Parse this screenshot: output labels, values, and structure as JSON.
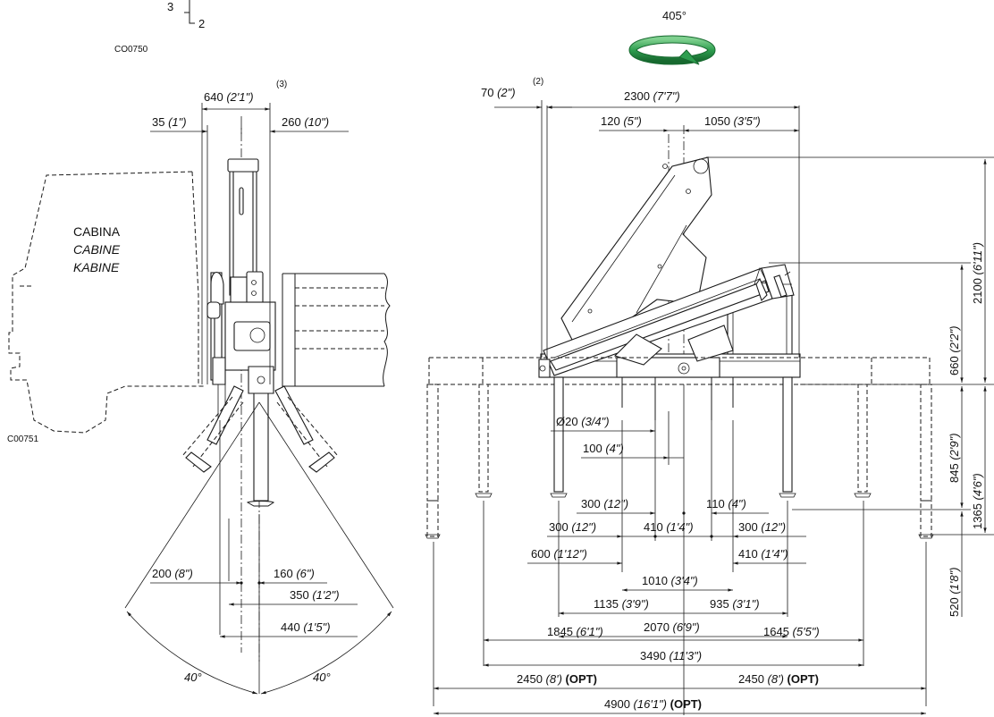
{
  "header": {
    "rotation_label": "405°",
    "rotation_arrow_color": "#2e9e4f",
    "fragment_left_digit": "3",
    "fragment_right_digit": "2"
  },
  "codes": {
    "top_drawing_code": "CO0750",
    "side_drawing_code": "C00751"
  },
  "cab": {
    "line1": "CABINA",
    "line2": "CABINE",
    "line3": "KABINE"
  },
  "left_view": {
    "dims": {
      "width_total": {
        "mm": "640",
        "ft": "(2'1\")",
        "note": "(3)"
      },
      "offset_left": {
        "mm": "35",
        "ft": "(1\")"
      },
      "offset_right": {
        "mm": "260",
        "ft": "(10\")"
      },
      "d200": {
        "mm": "200",
        "ft": "(8\")"
      },
      "d160": {
        "mm": "160",
        "ft": "(6\")"
      },
      "d350": {
        "mm": "350",
        "ft": "(1'2\")"
      },
      "d440": {
        "mm": "440",
        "ft": "(1'5\")"
      }
    },
    "angle_left": "40°",
    "angle_right": "40°"
  },
  "right_view": {
    "top_dims": {
      "d70": {
        "mm": "70",
        "ft": "(2\")",
        "note": "(2)"
      },
      "d2300": {
        "mm": "2300",
        "ft": "(7'7\")"
      },
      "d120": {
        "mm": "120",
        "ft": "(5\")"
      },
      "d1050": {
        "mm": "1050",
        "ft": "(3'5\")"
      }
    },
    "vertical_dims": {
      "d2100": {
        "mm": "2100",
        "ft": "(6'11\")"
      },
      "d660": {
        "mm": "660",
        "ft": "(2'2\")"
      },
      "d845": {
        "mm": "845",
        "ft": "(2'9\")"
      },
      "d1365": {
        "mm": "1365",
        "ft": "(4'6\")"
      },
      "d520": {
        "mm": "520",
        "ft": "(1'8\")"
      }
    },
    "base_dims": {
      "dia20": {
        "mm": "Ø20",
        "ft": "(3/4\")"
      },
      "d100": {
        "mm": "100",
        "ft": "(4\")"
      },
      "d300a": {
        "mm": "300",
        "ft": "(12\")"
      },
      "d110": {
        "mm": "110",
        "ft": "(4\")"
      },
      "d300b": {
        "mm": "300",
        "ft": "(12\")"
      },
      "d410a": {
        "mm": "410",
        "ft": "(1'4\")"
      },
      "d300c": {
        "mm": "300",
        "ft": "(12\")"
      },
      "d600": {
        "mm": "600",
        "ft": "(1'12\")"
      },
      "d410b": {
        "mm": "410",
        "ft": "(1'4\")"
      },
      "d1010": {
        "mm": "1010",
        "ft": "(3'4\")"
      },
      "d1135": {
        "mm": "1135",
        "ft": "(3'9\")"
      },
      "d935": {
        "mm": "935",
        "ft": "(3'1\")"
      },
      "d2070": {
        "mm": "2070",
        "ft": "(6'9\")"
      },
      "d1845": {
        "mm": "1845",
        "ft": "(6'1\")"
      },
      "d1645": {
        "mm": "1645",
        "ft": "(5'5\")"
      },
      "d3490": {
        "mm": "3490",
        "ft": "(11'3\")"
      },
      "d2450a": {
        "mm": "2450",
        "ft": "(8')",
        "opt": "(OPT)"
      },
      "d2450b": {
        "mm": "2450",
        "ft": "(8')",
        "opt": "(OPT)"
      },
      "d4900": {
        "mm": "4900",
        "ft": "(16'1\")",
        "opt": "(OPT)"
      }
    }
  }
}
